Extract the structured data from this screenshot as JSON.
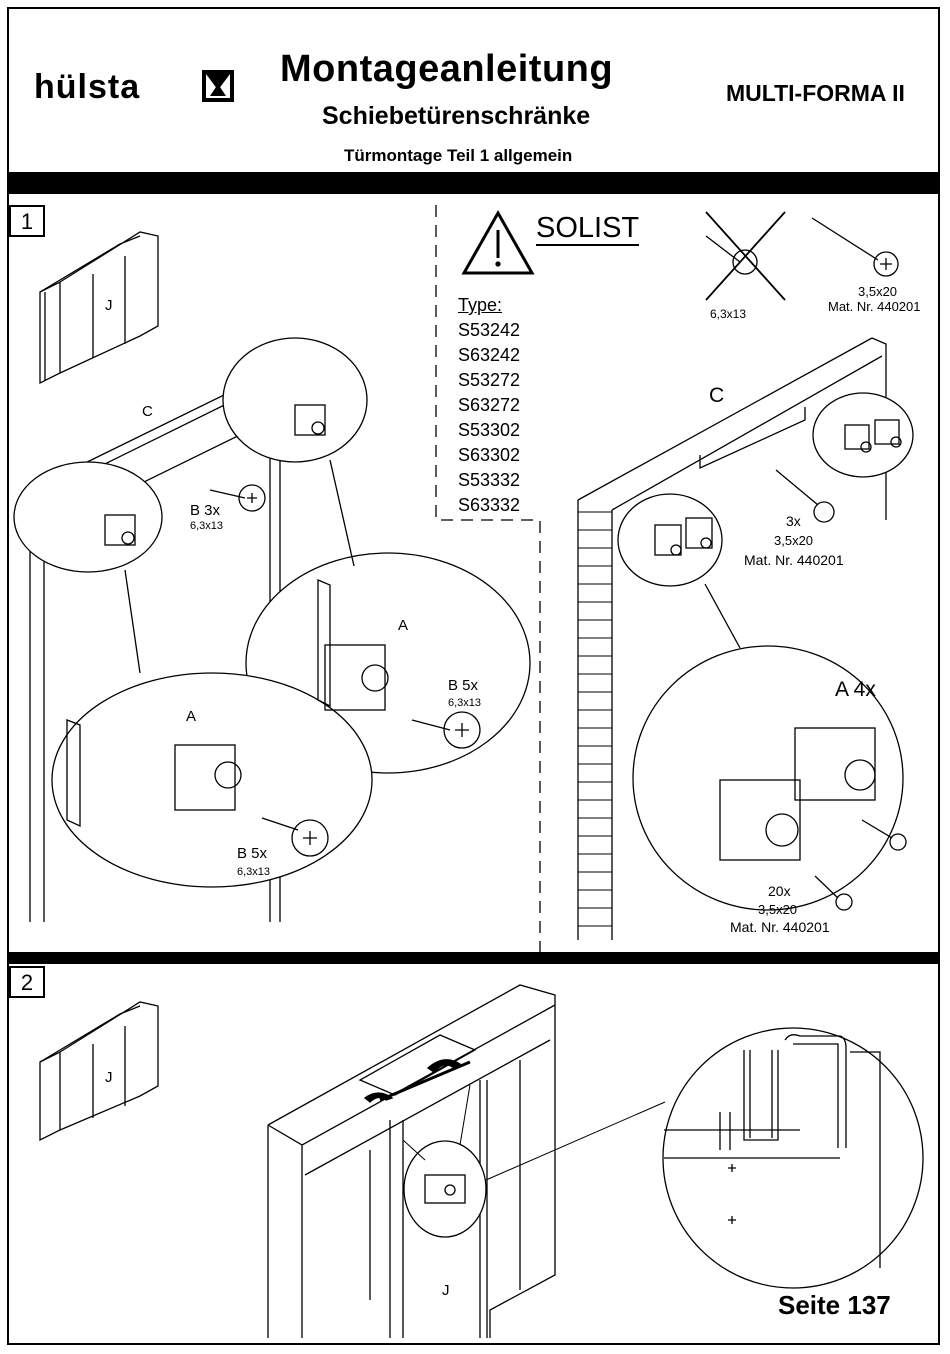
{
  "header": {
    "brand": "hülsta",
    "title": "Montageanleitung",
    "subtitle": "Schiebetürenschränke",
    "section": "Türmontage Teil 1 allgemein",
    "product": "MULTI-FORMA II"
  },
  "step1": {
    "number": "1",
    "panel_left": {
      "cabinet_label": "J",
      "rail_label": "C",
      "parts": [
        {
          "id": "B 3x",
          "size": "6,3x13"
        },
        {
          "id": "A",
          "qty": "B 5x",
          "size": "6,3x13"
        },
        {
          "id": "A",
          "qty": "B 5x",
          "size": "6,3x13"
        }
      ]
    },
    "solist": {
      "warning_label": "SOLIST",
      "type_heading": "Type:",
      "types": [
        "S53242",
        "S63242",
        "S53272",
        "S63272",
        "S53302",
        "S63302",
        "S53332",
        "S63332"
      ],
      "screw_crossed": "6,3x13",
      "screw_ok_size": "3,5x20",
      "screw_ok_mat": "Mat. Nr. 440201"
    },
    "panel_right": {
      "rail_label": "C",
      "screw_qty_1": "3x",
      "screw_size_1": "3,5x20",
      "screw_mat_1": "Mat. Nr. 440201",
      "part_label": "A 4x",
      "screw_qty_2": "20x",
      "screw_size_2": "3,5x20",
      "screw_mat_2": "Mat. Nr. 440201"
    }
  },
  "step2": {
    "number": "2",
    "cabinet_label": "J",
    "door_label": "J"
  },
  "footer": {
    "page": "Seite 137"
  }
}
